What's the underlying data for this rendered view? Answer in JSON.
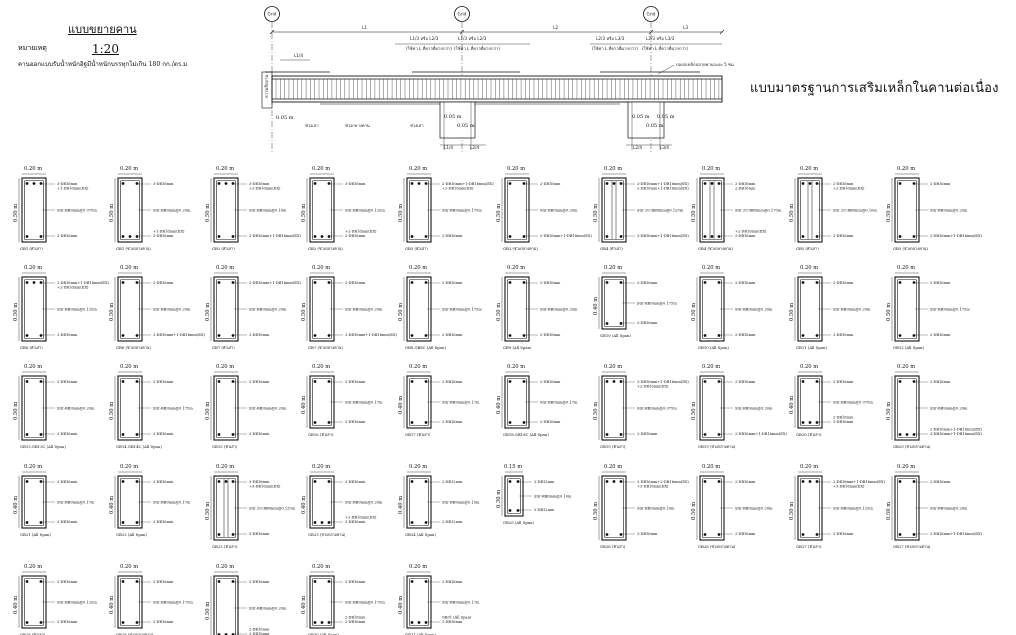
{
  "header": {
    "title": "แบบขยายคาน",
    "note_label": "หมายเหตุ",
    "scale": "1:20",
    "design_note": "คานออกแบบรับน้ำหนักอิฐมีน้ำหนักบรรทุกไม่เกิน 180 กก./ตร.ม",
    "standard_title": "แบบมาตรฐานการเสริมเหล็กในคานต่อเนื่อง"
  },
  "elevation": {
    "grids": [
      "Grid",
      "Grid",
      "Grid"
    ],
    "spans": [
      "L1",
      "L2",
      "L3"
    ],
    "third_marks": [
      "L1/3 หรือ L2/3",
      "L1/3 หรือ L2/3",
      "L2/3 หรือ L3/3",
      "L2/3 หรือ L3/3"
    ],
    "use_notes": [
      "(ใช้ค่า L ที่ยาวที่มากกว่า)",
      "(ใช้ค่า L ที่ยาวที่มากกว่า)",
      "(ใช้ค่า L ที่ยาวที่มากกว่า)",
      "(ใช้ค่า L ที่ยาวที่มากกว่า)"
    ],
    "l14": "L1/4",
    "covering_note": "ปลอกเหล็กปลายคานระยะ 5 ซม.",
    "offsets": [
      "0.05 m",
      "0.05 m",
      "0.05 m",
      "0.05 m",
      "0.05 m",
      "0.05 m"
    ],
    "bar_notes": [
      "ช่วงเสา",
      "ช่วงกลางคาน",
      "ช่วงเสา"
    ],
    "lower_marks": [
      "L1/4",
      "L2/4",
      "L2/4",
      "L3/4"
    ],
    "depth_label": "ความลึกคาน"
  },
  "sections": [
    {
      "w": "0.20 m",
      "h": "0.50 m",
      "top": [
        "3-DB16mm",
        "+1-DB16mm(EX)"
      ],
      "stir": "Stir-RB9mm@0.075m",
      "bot": [
        "3-DB16mm"
      ],
      "cap": "GB1 (หัวเสา)"
    },
    {
      "w": "0.20 m",
      "h": "0.50 m",
      "top": [
        "3-DB16mm"
      ],
      "stir": "Stir-RB9mm@0.20m",
      "bot": [
        "+1-DB16mm(EX)",
        "3-DB16mm"
      ],
      "cap": "GB1 (ช่วงกลางคาน)"
    },
    {
      "w": "0.20 m",
      "h": "0.50 m",
      "top": [
        "3-DB16mm",
        "+2-DB16mm(EX)"
      ],
      "stir": "Stir-RB9mm@0.10m",
      "bot": [
        "2-DB16mm+1-DB16mm(EX)"
      ],
      "cap": "GB2 (หัวเสา)"
    },
    {
      "w": "0.20 m",
      "h": "0.50 m",
      "top": [
        "3-DB16mm"
      ],
      "stir": "Stir-RB9mm@0.125m",
      "bot": [
        "+2-DB16mm(EX)",
        "2-DB16mm"
      ],
      "cap": "GB2 (ช่วงกลางคาน)"
    },
    {
      "w": "0.20 m",
      "h": "0.50 m",
      "top": [
        "2-DB16mm+1-DB16mm(EX)",
        "+2-DB16mm(EX)"
      ],
      "stir": "Stir-RB9mm@0.175m",
      "bot": [
        "2-DB16mm"
      ],
      "cap": "GB3 (หัวเสา)"
    },
    {
      "w": "0.20 m",
      "h": "0.50 m",
      "top": [
        "2-DB16mm"
      ],
      "stir": "Stir-RB9mm@0.20m",
      "bot": [
        "2-DB16mm+1-DB16mm(EX)"
      ],
      "cap": "GB3 (ช่วงกลางคาน)"
    },
    {
      "w": "0.20 m",
      "h": "0.50 m",
      "top": [
        "2-DB16mm+1-DB16mm(EX)",
        "2-DB16mm+1-DB16mm(EX)"
      ],
      "stir": "Stir 2U-RB9mm@0.125m",
      "bot": [
        "2-DB16mm+1-DB16mm(EX)"
      ],
      "cap": "GB4 (หัวเสา)"
    },
    {
      "w": "0.20 m",
      "h": "0.50 m",
      "top": [
        "2-DB16mm",
        "2-DB16mm"
      ],
      "stir": "Stir 2U-RB9mm@0.175m",
      "bot": [
        "+2-DB16mm(EX)",
        "2-DB16mm"
      ],
      "cap": "GB4 (ช่วงกลางคาน)"
    },
    {
      "w": "0.20 m",
      "h": "0.50 m",
      "top": [
        "2-DB16mm",
        "+2-DB16mm(EX)"
      ],
      "stir": "Stir 2U-RB9mm@0.10m",
      "bot": [
        "2-DB16mm"
      ],
      "cap": "GB5 (หัวเสา)"
    },
    {
      "w": "0.20 m",
      "h": "0.50 m",
      "top": [
        "2-DB16mm"
      ],
      "stir": "Stir-RB9mm@0.20m",
      "bot": [
        "2-DB16mm+1-DB16mm(EX)"
      ],
      "cap": "GB5 (ช่วงกลางคาน)"
    },
    {
      "w": "0.20 m",
      "h": "0.50 m",
      "top": [
        "2-DB16mm+1-DB16mm(EX)",
        "+2-DB16mm(EX)"
      ],
      "stir": "Stir-RB9mm@0.125m",
      "bot": [
        "2-DB16mm"
      ],
      "cap": "GB6 (หัวเสา)"
    },
    {
      "w": "0.20 m",
      "h": "0.50 m",
      "top": [
        "2-DB16mm"
      ],
      "stir": "Stir-RB9mm@0.20m",
      "bot": [
        "2-DB16mm+1-DB16mm(EX)"
      ],
      "cap": "GB6 (ช่วงกลางคาน)"
    },
    {
      "w": "0.20 m",
      "h": "0.50 m",
      "top": [
        "2-DB16mm+1-DB16mm(EX)"
      ],
      "stir": "Stir-RB9mm@0.20m",
      "bot": [
        "2-DB16mm"
      ],
      "cap": "GB7 (หัวเสา)"
    },
    {
      "w": "0.20 m",
      "h": "0.50 m",
      "top": [
        "2-DB16mm"
      ],
      "stir": "Stir-RB9mm@0.20m",
      "bot": [
        "2-DB16mm+1-DB16mm(EX)"
      ],
      "cap": "GB7 (ช่วงกลางคาน)"
    },
    {
      "w": "0.20 m",
      "h": "0.50 m",
      "top": [
        "2-DB16mm"
      ],
      "stir": "Stir-RB9mm@0.175m",
      "bot": [
        "2-DB16mm"
      ],
      "cap": "GB8,GB8C (All Span)"
    },
    {
      "w": "0.20 m",
      "h": "0.50 m",
      "top": [
        "2-DB16mm"
      ],
      "stir": "Stir-RB9mm@0.20m",
      "bot": [
        "2-DB16mm"
      ],
      "cap": "GB9 (All Span)"
    },
    {
      "w": "0.20 m",
      "h": "0.40 m",
      "top": [
        "2-DB16mm"
      ],
      "stir": "Stir-RB9mm@0.175m",
      "bot": [
        "2-DB16mm"
      ],
      "cap": "GB10 (All Span)"
    },
    {
      "w": "0.20 m",
      "h": "0.50 m",
      "top": [
        "2-DB16mm"
      ],
      "stir": "Stir-RB9mm@0.20m",
      "bot": [
        "2-DB16mm"
      ],
      "cap": "GB10 (All Span)"
    },
    {
      "w": "0.20 m",
      "h": "0.50 m",
      "top": [
        "2-DB16mm"
      ],
      "stir": "Stir-RB9mm@0.20m",
      "bot": [
        "2-DB16mm"
      ],
      "cap": "GB11 (All Span)"
    },
    {
      "w": "0.20 m",
      "h": "0.50 m",
      "top": [
        "2-DB16mm"
      ],
      "stir": "Stir-RB9mm@0.175m",
      "bot": [
        "2-DB16mm"
      ],
      "cap": "GB12 (All Span)"
    },
    {
      "w": "0.20 m",
      "h": "0.50 m",
      "top": [
        "2-DB16mm"
      ],
      "stir": "Stir-RB9mm@0.20m",
      "bot": [
        "2-DB16mm"
      ],
      "cap": "GB13,GB13C (All Span)"
    },
    {
      "w": "0.20 m",
      "h": "0.50 m",
      "top": [
        "2-DB16mm"
      ],
      "stir": "Stir-RB9mm@0.175m",
      "bot": [
        "2-DB16mm"
      ],
      "cap": "GB14,GB14C (All Span)"
    },
    {
      "w": "0.20 m",
      "h": "0.50 m",
      "top": [
        "2-DB16mm"
      ],
      "stir": "Stir-RB9mm@0.20m",
      "bot": [
        "2-DB16mm"
      ],
      "cap": "GB15 (หัวเสา)"
    },
    {
      "w": "0.20 m",
      "h": "0.40 m",
      "top": [
        "2-DB16mm"
      ],
      "stir": "Stir-RB9mm@0.17m",
      "bot": [
        "2-DB16mm"
      ],
      "cap": "GB16 (หัวเสา)"
    },
    {
      "w": "0.20 m",
      "h": "0.40 m",
      "top": [
        "2-DB16mm"
      ],
      "stir": "Stir-RB9mm@0.17m",
      "bot": [
        "2-DB16mm"
      ],
      "cap": "GB17 (หัวเสา)"
    },
    {
      "w": "0.20 m",
      "h": "0.40 m",
      "top": [
        "2-DB16mm"
      ],
      "stir": "Stir-RB9mm@0.17m",
      "bot": [
        "2-DB16mm"
      ],
      "cap": "GB18,GB18C (All Span)"
    },
    {
      "w": "0.20 m",
      "h": "0.50 m",
      "top": [
        "2-DB16mm+1-DB16mm(EX)",
        "+2-DB16mm(EX)"
      ],
      "stir": "Stir-RB9mm@0.075m",
      "bot": [
        "2-DB16mm"
      ],
      "cap": "GB19 (หัวเสา)"
    },
    {
      "w": "0.20 m",
      "h": "0.50 m",
      "top": [
        "2-DB16mm"
      ],
      "stir": "Stir-RB9mm@0.20m",
      "bot": [
        "2-DB16mm+1-DB16mm(EX)"
      ],
      "cap": "GB19 (ช่วงกลางคาน)"
    },
    {
      "w": "0.20 m",
      "h": "0.40 m",
      "top": [
        "2-DB16mm"
      ],
      "stir": "Stir-RB9mm@0.075m",
      "bot": [
        "2-DB16mm",
        "3-DB16mm"
      ],
      "cap": "GB20 (หัวเสา)"
    },
    {
      "w": "0.20 m",
      "h": "0.50 m",
      "top": [
        "2-DB16mm"
      ],
      "stir": "Stir-RB9mm@0.20m",
      "bot": [
        "2-DB16mm+1-DB16mm(EX)",
        "3-DB16mm+1-DB16mm(EX)"
      ],
      "cap": "GB20 (ช่วงกลางคาน)"
    },
    {
      "w": "0.20 m",
      "h": "0.40 m",
      "top": [
        "2-DB16mm"
      ],
      "stir": "Stir-RB9mm@0.17m",
      "bot": [
        "2-DB16mm"
      ],
      "cap": "GB21 (All Span)"
    },
    {
      "w": "0.20 m",
      "h": "0.40 m",
      "top": [
        "2-DB16mm"
      ],
      "stir": "Stir-RB9mm@0.17m",
      "bot": [
        "2-DB16mm"
      ],
      "cap": "GB22 (All Span)"
    },
    {
      "w": "0.20 m",
      "h": "0.50 m",
      "top": [
        "3-DB16mm",
        "+3-DB16mm(EX)"
      ],
      "stir": "Stir 2U-RB9mm@0.125m",
      "bot": [
        "3-DB16mm"
      ],
      "cap": "GB23 (หัวเสา)"
    },
    {
      "w": "0.20 m",
      "h": "0.40 m",
      "top": [
        "2-DB16mm"
      ],
      "stir": "Stir-RB9mm@0.20m",
      "bot": [
        "+2-DB16mm(EX)",
        "3-DB16mm"
      ],
      "cap": "GB23 (ช่วงกลางคาน)"
    },
    {
      "w": "0.20 m",
      "h": "0.40 m",
      "top": [
        "2-DB12mm"
      ],
      "stir": "Stir-RB9mm@0.15m",
      "bot": [
        "2-DB12mm"
      ],
      "cap": "GB24 (All Span)"
    },
    {
      "w": "0.15 m",
      "h": "0.30 m",
      "top": [
        "2-DB12mm"
      ],
      "stir": "Stir-RB6mm@0.10m",
      "bot": [
        "2-DB12mm"
      ],
      "cap": "GB25 (All Span)"
    },
    {
      "w": "0.20 m",
      "h": "0.50 m",
      "top": [
        "2-DB16mm+2-DB16mm(EX)",
        "+3-DB16mm(EX)"
      ],
      "stir": "Stir-RB9mm@0.10m",
      "bot": [
        "2-DB16mm"
      ],
      "cap": "GB26 (หัวเสา)"
    },
    {
      "w": "0.20 m",
      "h": "0.50 m",
      "top": [
        "2-DB16mm"
      ],
      "stir": "Stir-RB9mm@0.20m",
      "bot": [
        "2-DB16mm"
      ],
      "cap": "GB26 (ช่วงกลางคาน)"
    },
    {
      "w": "0.20 m",
      "h": "0.50 m",
      "top": [
        "2-DB16mm+1-DB16mm(EX)",
        "+3-DB16mm(EX)"
      ],
      "stir": "Stir-RB9mm@0.125m",
      "bot": [
        "2-DB16mm"
      ],
      "cap": "GB27 (หัวเสา)"
    },
    {
      "w": "0.20 m",
      "h": "0.50 m",
      "top": [
        "2-DB16mm"
      ],
      "stir": "Stir-RB9mm@0.20m",
      "bot": [
        "2-DB16mm+1-DB16mm(EX)"
      ],
      "cap": "GB27 (ช่วงกลางคาน)"
    },
    {
      "w": "0.20 m",
      "h": "0.40 m",
      "top": [
        "2-DB16mm"
      ],
      "stir": "Stir-RB9mm@0.125m",
      "bot": [
        "2-DB16mm"
      ],
      "cap": "GB28 (หัวเสา)"
    },
    {
      "w": "0.20 m",
      "h": "0.40 m",
      "top": [
        "2-DB16mm"
      ],
      "stir": "Stir-RB9mm@0.175m",
      "bot": [
        "2-DB16mm"
      ],
      "cap": "GB28 (ช่วงกลางคาน)"
    },
    {
      "w": "0.20 m",
      "h": "0.50 m",
      "top": [
        "2-DB16mm"
      ],
      "stir": "Stir-RB9mm@0.20m",
      "bot": [
        "2-DB16mm",
        "2-DB16mm"
      ],
      "cap": "GB29 (All Span)"
    },
    {
      "w": "0.20 m",
      "h": "0.40 m",
      "top": [
        "2-DB16mm"
      ],
      "stir": "Stir-RB9mm@0.175m",
      "bot": [
        "2-DB16mm",
        "2-DB16mm"
      ],
      "cap": "GB30 (All Span)"
    },
    {
      "w": "0.20 m",
      "h": "0.40 m",
      "top": [
        "2-DB16mm"
      ],
      "stir": "Stir-RB9mm@0.17m",
      "bot": [
        "GB31 (All Span)",
        "2-DB16mm"
      ],
      "cap": "GB31 (All Span)"
    }
  ]
}
